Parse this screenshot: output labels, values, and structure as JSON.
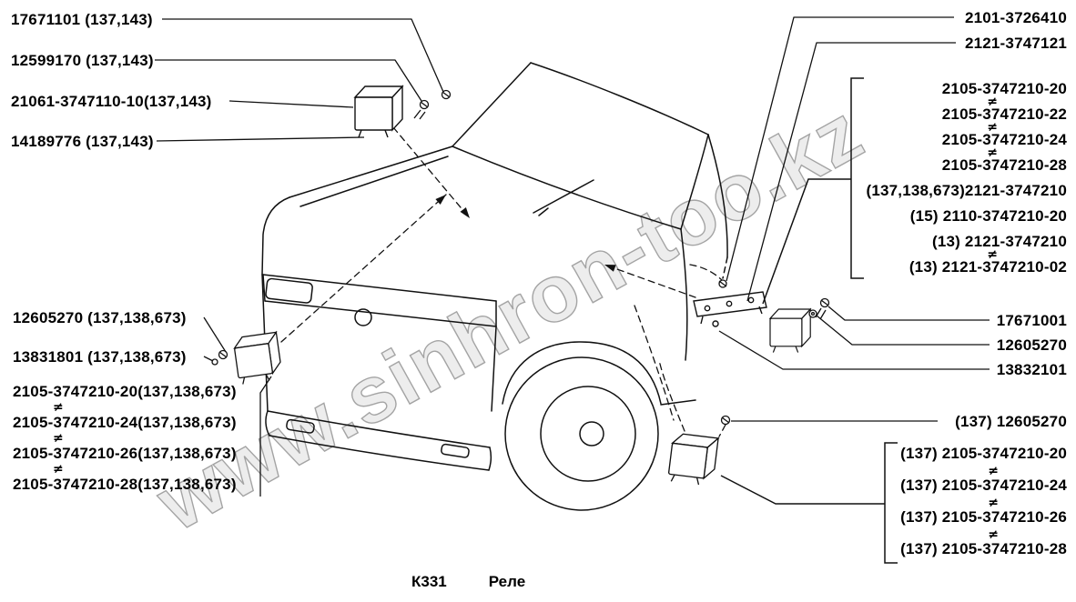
{
  "watermark": "www.sinhron-too.kz",
  "caption": {
    "code": "К331",
    "label": "Реле"
  },
  "symbols": {
    "neq": "≠"
  },
  "labels": {
    "left_top": [
      "17671101 (137,143)",
      "12599170 (137,143)",
      "21061-3747110-10(137,143)",
      "14189776 (137,143)"
    ],
    "left_bottom": [
      "12605270 (137,138,673)",
      "13831801 (137,138,673)",
      "2105-3747210-20(137,138,673)",
      "2105-3747210-24(137,138,673)",
      "2105-3747210-26(137,138,673)",
      "2105-3747210-28(137,138,673)"
    ],
    "right_top": [
      "2101-3726410",
      "2121-3747121"
    ],
    "right_group": [
      "2105-3747210-20",
      "2105-3747210-22",
      "2105-3747210-24",
      "2105-3747210-28",
      "(137,138,673)2121-3747210",
      "(15) 2110-3747210-20",
      "(13) 2121-3747210",
      "(13) 2121-3747210-02"
    ],
    "right_middle": [
      "17671001",
      "12605270",
      "13832101"
    ],
    "right_single": "(137) 12605270",
    "bottom_right_group": [
      "(137) 2105-3747210-20",
      "(137) 2105-3747210-24",
      "(137) 2105-3747210-26",
      "(137) 2105-3747210-28"
    ]
  }
}
